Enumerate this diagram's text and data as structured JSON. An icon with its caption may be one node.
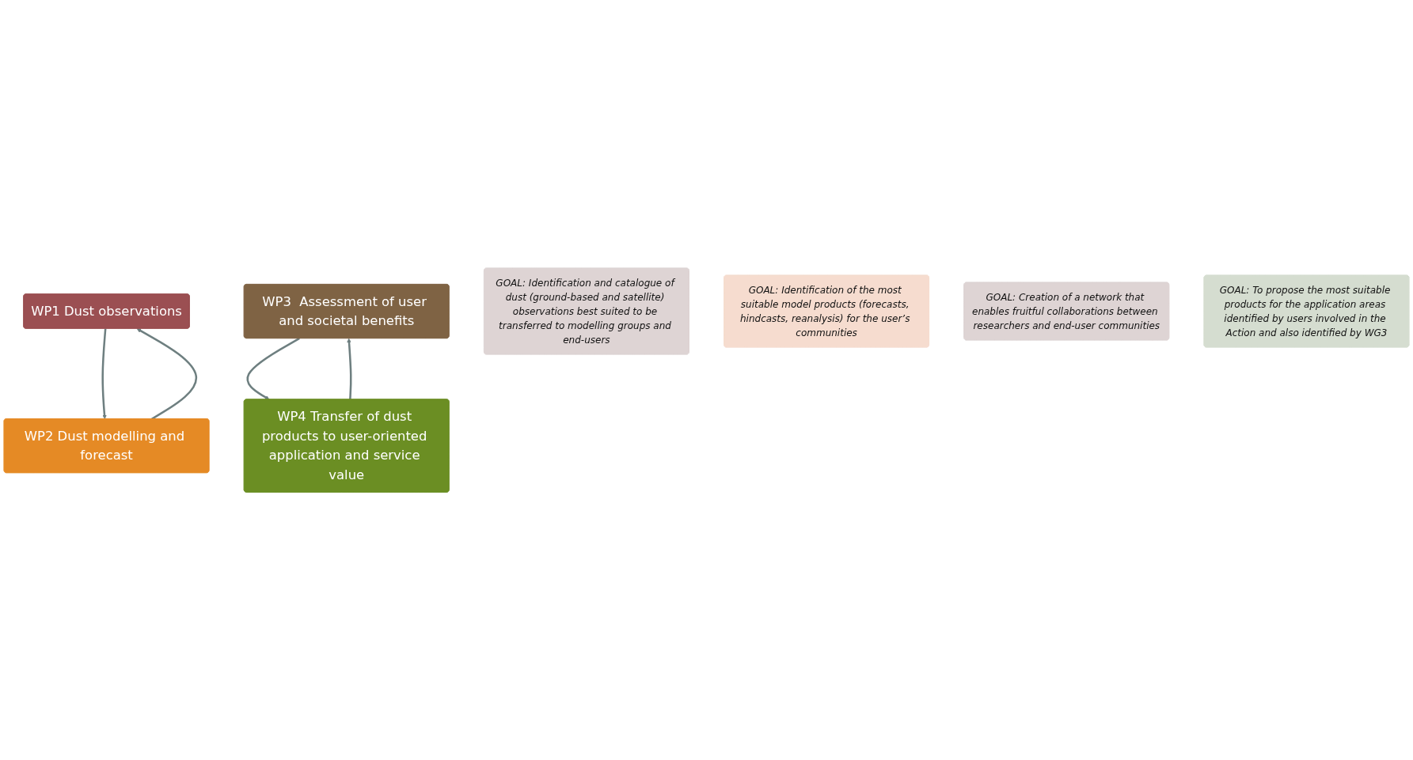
{
  "diagram": {
    "nodes": [
      {
        "text": [
          "WP1 Dust observations"
        ]
      },
      {
        "text": [
          "GOAL: Identification and catalogue of dust (ground-based and satellite) observations best suited to be transferred to modelling groups and end-users"
        ]
      },
      {
        "text": [
          "WP2 Dust modelling and forecast"
        ]
      },
      {
        "text": [
          "GOAL: Identification of the most suitable model products (forecasts, hindcasts, reanalysis) for the user’s communities"
        ]
      },
      {
        "text": [
          "WP3  Assessment of user and societal benefits"
        ]
      },
      {
        "text": [
          "GOAL: Creation of a network that enables fruitful collaborations between researchers and end-user communities"
        ]
      },
      {
        "text": [
          "WP4 Transfer of dust products to user-oriented application and service value"
        ]
      },
      {
        "text": [
          "GOAL: To propose the most suitable products for the application areas identified by users involved in the Action and also identified by WG3"
        ]
      }
    ],
    "edges": [
      {
        "from": 0,
        "to": 2,
        "arrow": "to"
      },
      {
        "from": 2,
        "to": 0,
        "arrow": "to"
      },
      {
        "from": 4,
        "to": 6,
        "arrow": "to"
      },
      {
        "from": 6,
        "to": 4,
        "arrow": "to"
      }
    ]
  }
}
